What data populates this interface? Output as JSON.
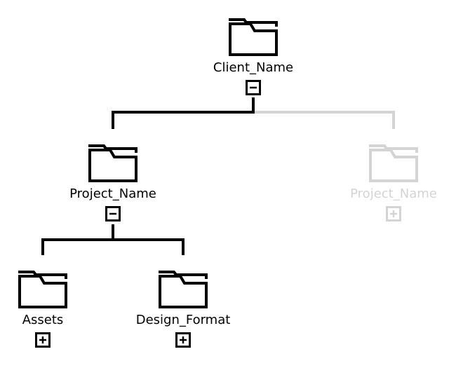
{
  "palette": {
    "active": "#000000",
    "inactive": "#d4d4d4"
  },
  "tree": {
    "root": {
      "label": "Client_Name",
      "toggle": "minus",
      "state": "expanded",
      "icon": "folder-icon"
    },
    "project_main": {
      "label": "Project_Name",
      "toggle": "minus",
      "state": "expanded",
      "icon": "folder-icon"
    },
    "project_faded": {
      "label": "Project_Name",
      "toggle": "plus",
      "state": "collapsed",
      "faded": true,
      "icon": "folder-icon"
    },
    "assets": {
      "label": "Assets",
      "toggle": "plus",
      "state": "collapsed",
      "icon": "folder-icon"
    },
    "design_format": {
      "label": "Design_Format",
      "toggle": "plus",
      "state": "collapsed",
      "icon": "folder-icon"
    }
  }
}
